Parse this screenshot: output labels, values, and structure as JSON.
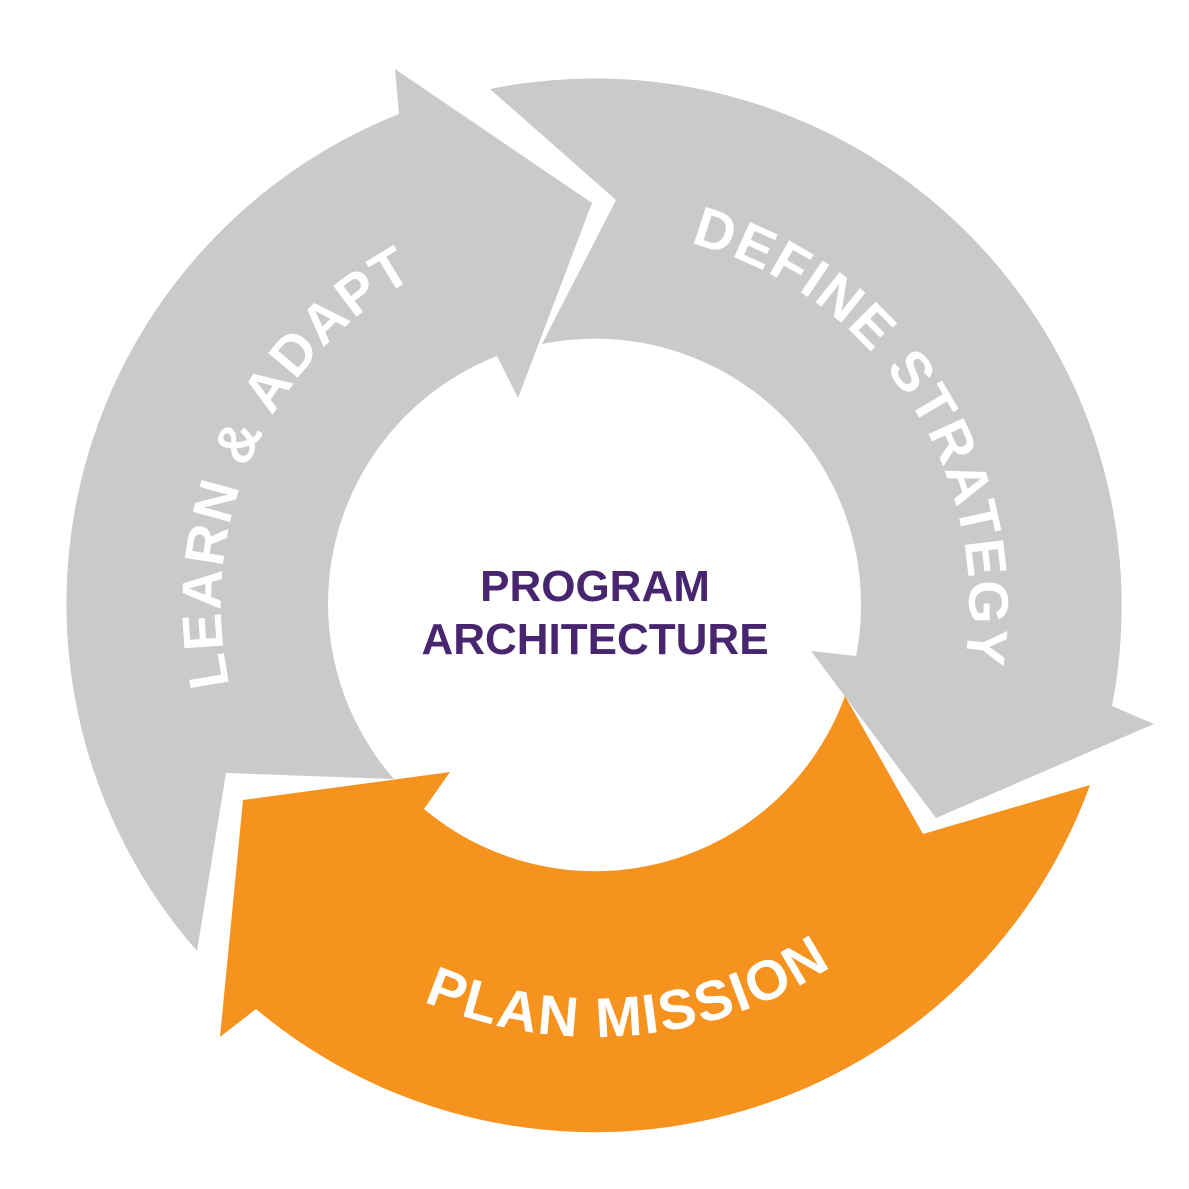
{
  "diagram": {
    "background_color": "#ffffff",
    "flow_direction": "clockwise",
    "center_label": {
      "line1": "PROGRAM",
      "line2": "ARCHITECTURE",
      "color": "#48266f"
    },
    "segments": [
      {
        "id": "define-strategy",
        "label": "DEFINE STRATEGY",
        "color": "#c9cacc",
        "label_color": "#ffffff",
        "position": "right"
      },
      {
        "id": "plan-mission",
        "label": "PLAN MISSION",
        "color": "#f6921e",
        "label_color": "#ffffff",
        "position": "bottom",
        "highlighted": true
      },
      {
        "id": "learn-adapt",
        "label": "LEARN & ADAPT",
        "color": "#c9cacc",
        "label_color": "#ffffff",
        "position": "left"
      }
    ]
  }
}
